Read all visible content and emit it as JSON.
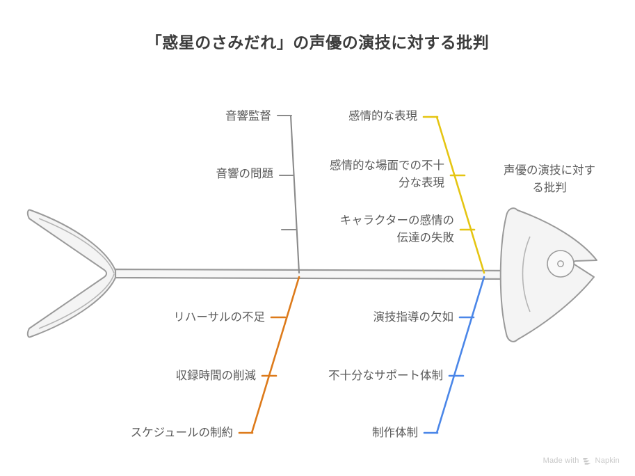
{
  "page": {
    "title": "「惑星のさみだれ」の声優の演技に対する批判",
    "background_color": "#ffffff",
    "text_color": "#5a5a5a"
  },
  "diagram": {
    "type": "fishbone",
    "head_label": "声優の演技に対す\nる批判",
    "colors": {
      "gray": "#8a8a8a",
      "yellow": "#e5c512",
      "orange": "#dd7a1a",
      "blue": "#4a86e8",
      "fish_outline": "#9a9a9a",
      "fish_fill": "#f4f4f4"
    },
    "branches": [
      {
        "id": "sound",
        "color_name": "gray",
        "color": "#8a8a8a",
        "position": "upper-left",
        "category": "音響の問題",
        "causes": [
          "音響監督"
        ],
        "labels": [
          "音響監督",
          "音響の問題"
        ]
      },
      {
        "id": "emotion",
        "color_name": "yellow",
        "color": "#e5c512",
        "position": "upper-right",
        "category": "感情的な表現",
        "causes": [
          "感情的な場面での不十分な表現",
          "キャラクターの感情の伝達の失敗"
        ],
        "labels": [
          "感情的な表現",
          "感情的な場面での不十\n分な表現",
          "キャラクターの感情の\n伝達の失敗"
        ]
      },
      {
        "id": "schedule",
        "color_name": "orange",
        "color": "#dd7a1a",
        "position": "lower-left",
        "category": "スケジュールの制約",
        "causes": [
          "リハーサルの不足",
          "収録時間の削減"
        ],
        "labels": [
          "リハーサルの不足",
          "収録時間の削減",
          "スケジュールの制約"
        ]
      },
      {
        "id": "production",
        "color_name": "blue",
        "color": "#4a86e8",
        "position": "lower-right",
        "category": "制作体制",
        "causes": [
          "演技指導の欠如",
          "不十分なサポート体制"
        ],
        "labels": [
          "演技指導の欠如",
          "不十分なサポート体制",
          "制作体制"
        ]
      }
    ],
    "labels": {
      "sound_director": "音響監督",
      "sound_problem": "音響の問題",
      "emotional_expression": "感情的な表現",
      "insufficient_emotional_scene": "感情的な場面での不十\n分な表現",
      "failure_conveying_emotion": "キャラクターの感情の\n伝達の失敗",
      "lack_of_rehearsal": "リハーサルの不足",
      "reduced_recording_time": "収録時間の削減",
      "schedule_constraints": "スケジュールの制約",
      "lack_of_acting_direction": "演技指導の欠如",
      "insufficient_support": "不十分なサポート体制",
      "production_system": "制作体制",
      "head": "声優の演技に対す\nる批判"
    }
  },
  "watermark": {
    "prefix": "Made with",
    "brand": "Napkin"
  }
}
